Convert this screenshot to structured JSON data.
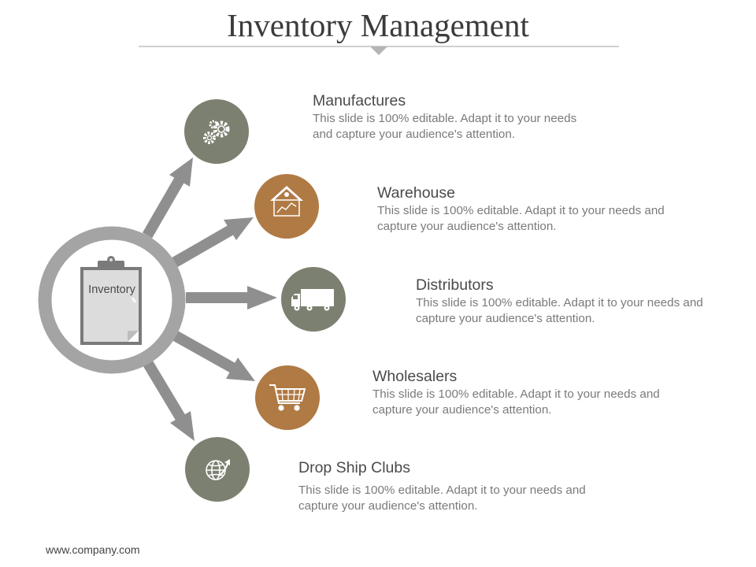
{
  "title": "Inventory Management",
  "center": {
    "label": "Inventory",
    "icon": "clipboard-icon"
  },
  "items": [
    {
      "title": "Manufactures",
      "desc1": "This slide is 100% editable. Adapt it to your needs",
      "desc2": "and capture your audience's attention.",
      "icon": "gears-icon",
      "color": "#7c8070"
    },
    {
      "title": "Warehouse",
      "desc1": "This slide is 100% editable. Adapt it to your needs and",
      "desc2": "capture your audience's attention.",
      "icon": "warehouse-icon",
      "color": "#b07a45"
    },
    {
      "title": "Distributors",
      "desc1": "This slide is 100% editable. Adapt it to your needs and",
      "desc2": "capture your audience's attention.",
      "icon": "truck-icon",
      "color": "#7c8070"
    },
    {
      "title": "Wholesalers",
      "desc1": "This slide is 100% editable. Adapt it to your needs and",
      "desc2": "capture your audience's attention.",
      "icon": "cart-icon",
      "color": "#b07a45"
    },
    {
      "title": "Drop Ship Clubs",
      "desc1": "This slide is 100% editable. Adapt it to your needs and",
      "desc2": "capture your audience's attention.",
      "icon": "globe-icon",
      "color": "#7c8070"
    }
  ],
  "colors": {
    "arrow": "#8f8f8f",
    "ring": "#a4a4a4",
    "divider": "#b5b5b5"
  },
  "footer": "www.company.com"
}
